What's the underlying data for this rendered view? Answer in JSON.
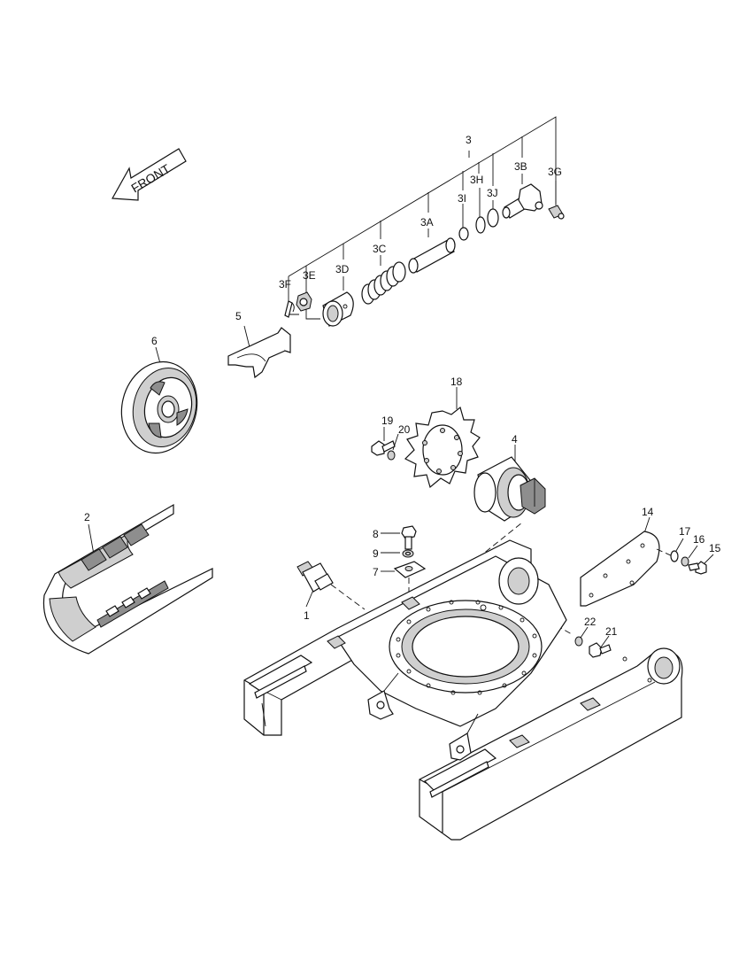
{
  "diagram": {
    "front_label": "FRONT",
    "callouts": {
      "p3": "3",
      "p3A": "3A",
      "p3B": "3B",
      "p3C": "3C",
      "p3D": "3D",
      "p3E": "3E",
      "p3F": "3F",
      "p3G": "3G",
      "p3H": "3H",
      "p3I": "3I",
      "p3J": "3J",
      "p1": "1",
      "p2": "2",
      "p4": "4",
      "p5": "5",
      "p6": "6",
      "p7": "7",
      "p8": "8",
      "p9": "9",
      "p14": "14",
      "p15": "15",
      "p16": "16",
      "p17": "17",
      "p18": "18",
      "p19": "19",
      "p20": "20",
      "p21": "21",
      "p22": "22"
    }
  }
}
